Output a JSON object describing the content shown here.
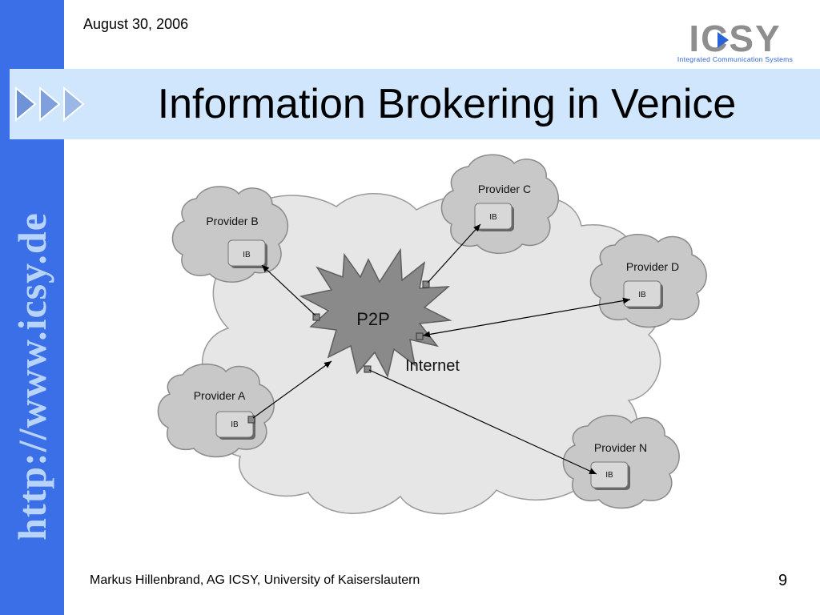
{
  "header": {
    "date": "August 30, 2006",
    "logo_text": "ICSY",
    "logo_subtitle": "Integrated Communication Systems"
  },
  "sidebar": {
    "url": "http://www.icsy.de"
  },
  "slide": {
    "title": "Information Brokering in Venice"
  },
  "diagram": {
    "hub_label": "P2P",
    "network_label": "Internet",
    "providers": [
      {
        "name": "Provider B",
        "box_label": "IB"
      },
      {
        "name": "Provider C",
        "box_label": "IB"
      },
      {
        "name": "Provider D",
        "box_label": "IB"
      },
      {
        "name": "Provider A",
        "box_label": "IB"
      },
      {
        "name": "Provider N",
        "box_label": "IB"
      }
    ]
  },
  "footer": {
    "author": "Markus Hillenbrand, AG ICSY, University of Kaiserslautern",
    "page_number": "9"
  },
  "colors": {
    "sidebar": "#3b6fe8",
    "sidebar_text": "#b8d4fb",
    "title_bar": "#cfe6fd",
    "logo_gray": "#8e8e8e",
    "logo_blue": "#2a62d8",
    "cloud_fill": "#e6e6e6",
    "provider_cloud_fill": "#c8c8c8",
    "star_fill": "#8a8a8a"
  }
}
